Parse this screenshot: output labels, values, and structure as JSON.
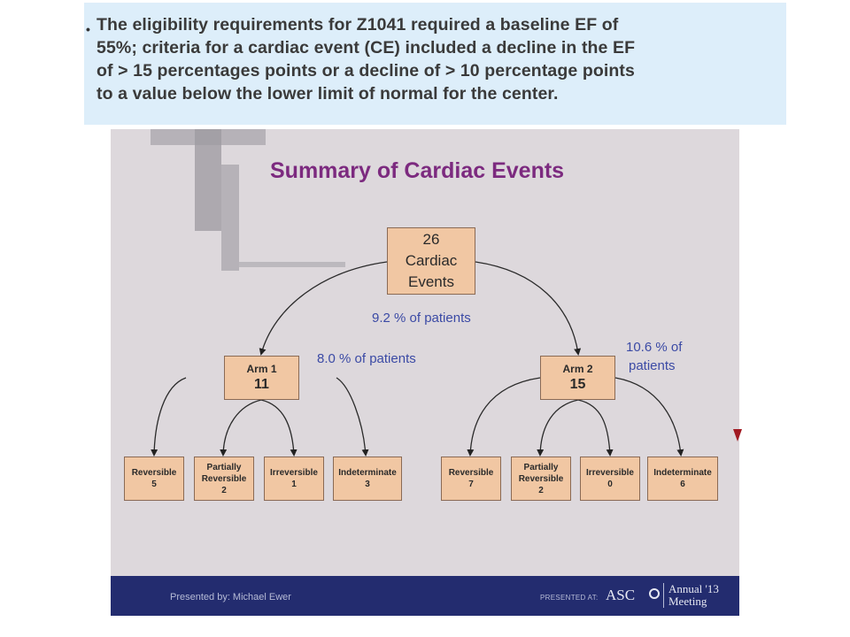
{
  "caption": {
    "bullet": "•",
    "lines": [
      "The eligibility requirements for Z1041 required a baseline EF of",
      "55%; criteria for a cardiac event (CE) included a decline in the EF",
      "of > 15 percentages points or a decline of  > 10 percentage points",
      "to a value below the lower limit of normal for the center."
    ]
  },
  "slide": {
    "title": "Summary of Cardiac Events",
    "root": {
      "count": "26",
      "label_1": "Cardiac",
      "label_2": "Events"
    },
    "overall_note": "9.2 % of patients",
    "arm1": {
      "name": "Arm 1",
      "count": "11",
      "note": "8.0 % of patients"
    },
    "arm2": {
      "name": "Arm 2",
      "count": "15",
      "note_1": "10.6 % of",
      "note_2": "patients"
    },
    "arm1_leaves": [
      {
        "label_1": "Reversible",
        "label_2": "",
        "value": "5"
      },
      {
        "label_1": "Partially",
        "label_2": "Reversible",
        "value": "2"
      },
      {
        "label_1": "Irreversible",
        "label_2": "",
        "value": "1"
      },
      {
        "label_1": "Indeterminate",
        "label_2": "",
        "value": "3"
      }
    ],
    "arm2_leaves": [
      {
        "label_1": "Reversible",
        "label_2": "",
        "value": "7"
      },
      {
        "label_1": "Partially",
        "label_2": "Reversible",
        "value": "2"
      },
      {
        "label_1": "Irreversible",
        "label_2": "",
        "value": "0"
      },
      {
        "label_1": "Indeterminate",
        "label_2": "",
        "value": "6"
      }
    ],
    "footer": {
      "presenter": "Presented by:  Michael Ewer",
      "presented_at": "PRESENTED AT:",
      "asco": "ASC",
      "meeting_1": "Annual '13",
      "meeting_2": "Meeting"
    },
    "colors": {
      "title": "#7c2a7f",
      "box_fill": "#f1c7a3",
      "note_text": "#3b4aa5",
      "footer": "#232c6f",
      "background": "#ddd8dc"
    }
  }
}
